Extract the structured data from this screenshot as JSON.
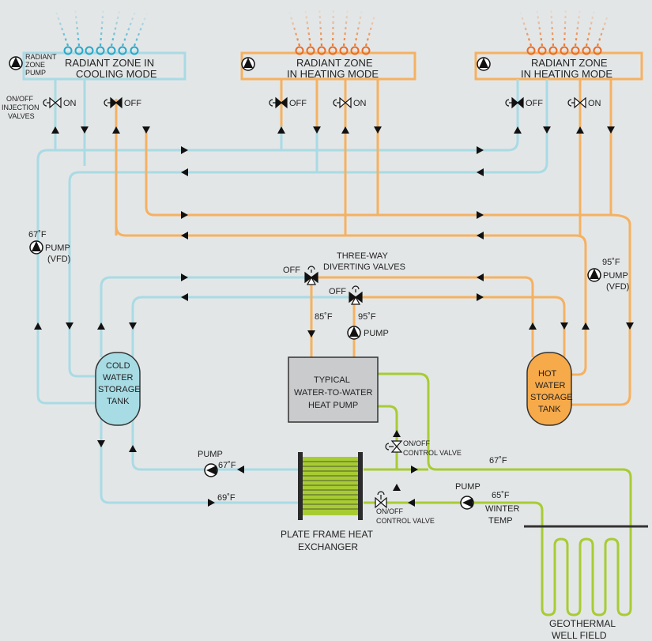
{
  "zones": {
    "cooling": {
      "title_line1": "RADIANT ZONE IN",
      "title_line2": "COOLING MODE",
      "pump_label": [
        "RADIANT",
        "ZONE",
        "PUMP"
      ]
    },
    "heating_a": {
      "title_line1": "RADIANT ZONE",
      "title_line2": "IN HEATING MODE"
    },
    "heating_b": {
      "title_line1": "RADIANT ZONE",
      "title_line2": "IN HEATING MODE"
    }
  },
  "injection_valves": {
    "label": [
      "ON/OFF",
      "INJECTION",
      "VALVES"
    ],
    "on": "ON",
    "off": "OFF"
  },
  "pumps": {
    "cold_vfd": {
      "temp": "67˚F",
      "line1": "PUMP",
      "line2": "(VFD)"
    },
    "hot_vfd": {
      "temp": "95˚F",
      "line1": "PUMP",
      "line2": "(VFD)"
    },
    "hp_pump": {
      "label": "PUMP"
    },
    "hx_pump": {
      "label": "PUMP",
      "temp": "67˚F"
    },
    "well_pump": {
      "label": "PUMP"
    }
  },
  "diverting": {
    "title_line1": "THREE-WAY",
    "title_line2": "DIVERTING VALVES",
    "off1": "OFF",
    "off2": "OFF"
  },
  "temps": {
    "t85": "85˚F",
    "t95": "95˚F",
    "t67_right": "67˚F",
    "t69": "69˚F",
    "t65": "65˚F",
    "winter1": "WINTER",
    "winter2": "TEMP"
  },
  "tanks": {
    "cold": [
      "COLD",
      "WATER",
      "STORAGE",
      "TANK"
    ],
    "hot": [
      "HOT",
      "WATER",
      "STORAGE",
      "TANK"
    ]
  },
  "heat_pump": [
    "TYPICAL",
    "WATER-TO-WATER",
    "HEAT PUMP"
  ],
  "control_valves": {
    "upper": [
      "ON/OFF",
      "CONTROL VALVE"
    ],
    "lower": [
      "ON/OFF",
      "CONTROL VALVE"
    ]
  },
  "hx": [
    "PLATE FRAME HEAT",
    "EXCHANGER"
  ],
  "well_field": [
    "GEOTHERMAL",
    "WELL FIELD"
  ],
  "colors": {
    "background": "#e3e6e7",
    "cold_pipe": "#a9dbe4",
    "hot_pipe": "#f5b161",
    "ground_loop": "#a7cc33",
    "cold_tank": "#a8dce5",
    "hot_tank": "#f7aa4a",
    "heat_pump_fill": "#c9cbcd"
  }
}
